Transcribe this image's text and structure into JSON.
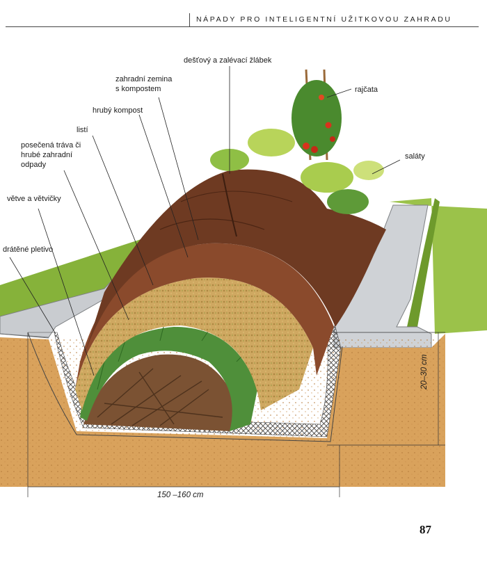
{
  "header": {
    "title": "NÁPADY PRO INTELIGENTNÍ UŽITKOVOU ZAHRADU"
  },
  "labels": {
    "gutter": "dešťový a zalévací žlábek",
    "tomatoes": "rajčata",
    "soil_line1": "zahradní zemina",
    "soil_line2": "s kompostem",
    "coarse_compost": "hrubý kompost",
    "leaves": "listí",
    "grass_line1": "posečená tráva či",
    "grass_line2": "hrubé zahradní",
    "grass_line3": "odpady",
    "salads": "saláty",
    "branches": "větve a větvičky",
    "wire_mesh": "drátěné pletivo"
  },
  "dimensions": {
    "width": "150 –160 cm",
    "depth": "20–30 cm"
  },
  "page_number": "87",
  "colors": {
    "soil_dark": "#6e3a22",
    "soil_mid": "#7d4328",
    "compost": "#8a4a2c",
    "leaves": "#c9a35a",
    "grass": "#4f8f3a",
    "branches": "#7a5232",
    "ground": "#d9a35e",
    "paving": "#c9cccf",
    "lawn": "#7dab34"
  }
}
